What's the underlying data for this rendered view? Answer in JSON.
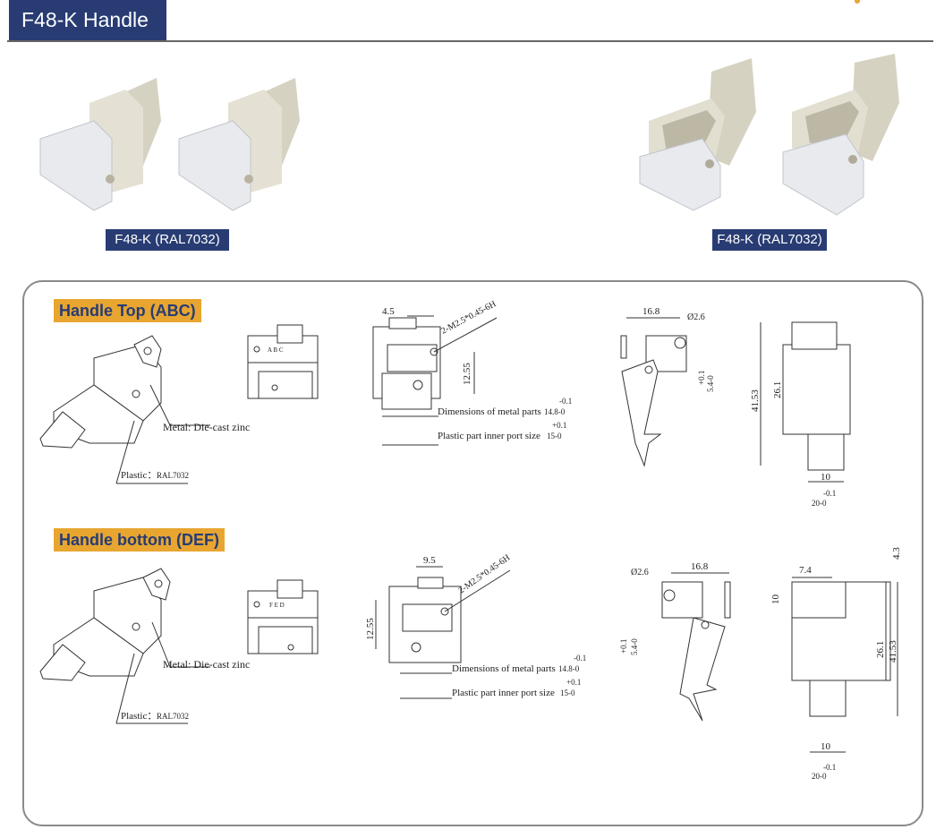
{
  "header": {
    "title": "F48-K  Handle"
  },
  "products": [
    {
      "label": "F48-K (RAL7032)"
    },
    {
      "label": "F48-K (RAL7032)"
    }
  ],
  "sections": [
    {
      "title": "Handle Top (ABC)",
      "letters": "A B C",
      "metal": "Metal: Die-cast zinc",
      "plastic": "Plastic：",
      "plastic_code": "RAL7032",
      "dims": {
        "offset": "4.5",
        "thread": "2-M2.5*0.45-6H",
        "height": "12.55",
        "metal_dim": "Dimensions of metal parts",
        "metal_val": "14.8-0",
        "metal_tol": "-0.1",
        "plastic_dim": "Plastic part inner port size",
        "plastic_val": "15-0",
        "plastic_tol": "+0.1",
        "lever_w": "16.8",
        "hole": "Ø2.6",
        "lever_tol": "+0.1",
        "lever_h": "5.4-0",
        "total": "41.53",
        "mid": "26.1",
        "slot": "10",
        "width_tol": "-0.1",
        "width": "20-0"
      }
    },
    {
      "title": "Handle bottom (DEF)",
      "letters": "F E D",
      "metal": "Metal: Die-cast zinc",
      "plastic": "Plastic：",
      "plastic_code": "RAL7032",
      "dims": {
        "offset": "9.5",
        "thread": "2-M2.5*0.45-6H",
        "height": "12.55",
        "metal_dim": "Dimensions of metal parts",
        "metal_val": "14.8-0",
        "metal_tol": "-0.1",
        "plastic_dim": "Plastic part inner port size",
        "plastic_val": "15-0",
        "plastic_tol": "+0.1",
        "lever_w": "16.8",
        "hole": "Ø2.6",
        "lever_tol": "+0.1",
        "lever_h": "5.4-0",
        "top": "4.3",
        "step": "7.4",
        "side": "10",
        "total": "41.53",
        "mid": "26.1",
        "slot": "10",
        "width_tol": "-0.1",
        "width": "20-0"
      }
    }
  ],
  "colors": {
    "navy": "#283c73",
    "accent": "#e8a631",
    "beige": "#dcd8c8"
  }
}
